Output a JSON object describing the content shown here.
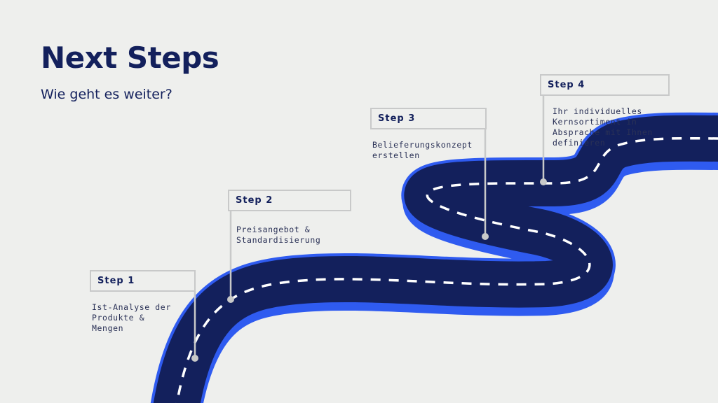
{
  "header": {
    "title": "Next Steps",
    "subtitle": "Wie geht es weiter?"
  },
  "colors": {
    "background": "#eeefed",
    "title": "#13205c",
    "road": "#13205c",
    "road_edge": "#2f5bf0",
    "lane_marking": "#ffffff",
    "connector": "#c8c9c9"
  },
  "steps": [
    {
      "label": "Step 1",
      "description": "Ist-Analyse der\nProdukte &\nMengen"
    },
    {
      "label": "Step 2",
      "description": "Preisangebot &\nStandardisierung"
    },
    {
      "label": "Step 3",
      "description": "Belieferungskonzept\nerstellen"
    },
    {
      "label": "Step 4",
      "description": "Ihr individuelles\nKernsortiment in\nAbsprache mit Ihnen\ndefinieren"
    }
  ]
}
